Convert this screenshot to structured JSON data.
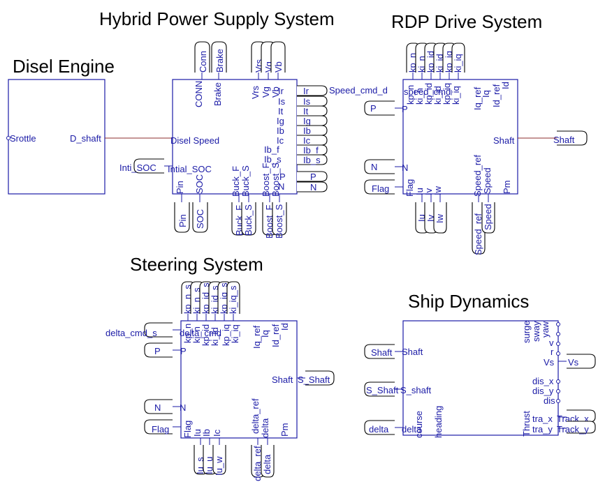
{
  "colors": {
    "block": "#1a1aa6",
    "wire": "#8b2c2c",
    "title": "#000000",
    "background": "#ffffff"
  },
  "titles": {
    "hybrid": "Hybrid Power Supply System",
    "rdp": "RDP Drive System",
    "engine": "Disel Engine",
    "steering": "Steering System",
    "ship": "Ship Dynamics"
  },
  "engine": {
    "in1": "Srottle",
    "out1": "D_shaft"
  },
  "hybrid": {
    "top_ports": [
      "CONN",
      "Brake",
      "Vrs",
      "Vg",
      "Vb"
    ],
    "top_tags": [
      "Conn",
      "Brake",
      "Vrs",
      "Vg",
      "Vb"
    ],
    "right_ports": [
      "Ir",
      "Is",
      "It",
      "Ig",
      "Ib",
      "Ic",
      "Ib_f",
      "Ib_s",
      "P",
      "N"
    ],
    "right_tags": [
      "Ir",
      "Is",
      "It",
      "Ig",
      "Ib",
      "Ic",
      "Ib_f",
      "Ib_s",
      "P",
      "N"
    ],
    "left_ports": [
      "Disel Speed",
      "Intial_SOC"
    ],
    "left_tags": [
      "Inti_SOC"
    ],
    "bottom_ports": [
      "Pin",
      "SOC",
      "Buck_F",
      "Buck_S",
      "Boost_F",
      "Boost_S"
    ],
    "bottom_tags": [
      "Pin",
      "SOC",
      "Buck_F",
      "Buck_S",
      "Boost_F",
      "Boost_S"
    ]
  },
  "rdp": {
    "top_ports": [
      "kp_n",
      "ki_n",
      "kp_id",
      "ki_id",
      "kp_iq",
      "ki_iq"
    ],
    "top_tags": [
      "kp_n",
      "ki_n",
      "kp_id",
      "ki_id",
      "kp_iq",
      "ki_iq"
    ],
    "inner_top": [
      "Iq_ref",
      "Iq",
      "Id_ref",
      "Id"
    ],
    "left_ports": [
      "speed_cmd",
      "P",
      "N",
      "Flag"
    ],
    "left_tags": [
      "Speed_cmd_d",
      "P",
      "N",
      "Flag"
    ],
    "right_ports": [
      "Shaft"
    ],
    "right_tags": [
      "Shaft"
    ],
    "bottom_ports": [
      "Iu",
      "Iv",
      "Iw",
      "Speed_ref",
      "Speed",
      "Pm"
    ],
    "bottom_tags": [
      "Iu",
      "Iv",
      "Iw",
      "Speed_ref",
      "Speed"
    ]
  },
  "steering": {
    "top_ports": [
      "kp_n",
      "ki_n",
      "kp_id",
      "ki_id",
      "kp_iq",
      "ki_iq"
    ],
    "top_tags": [
      "kp_n_s",
      "ki_n_s",
      "kp_id_s",
      "ki_id_s",
      "kp_iq_s",
      "ki_iq_s"
    ],
    "inner_top": [
      "Iq_ref",
      "Iq",
      "Id_ref",
      "Id"
    ],
    "left_ports": [
      "delta_cmd",
      "P",
      "N",
      "Flag"
    ],
    "left_tags": [
      "delta_cmd_s",
      "P",
      "N",
      "Flag"
    ],
    "right_ports": [
      "Shaft"
    ],
    "right_tags": [
      "S_Shaft"
    ],
    "bottom_ports": [
      "Iu",
      "Ib",
      "Ic",
      "delta_ref",
      "delta",
      "Pm"
    ],
    "bottom_tags": [
      "Iu_s",
      "Iu_u",
      "Iu_w",
      "delta_ref",
      "delta"
    ]
  },
  "ship": {
    "left_ports": [
      "Shaft",
      "S_shaft",
      "delta"
    ],
    "left_tags": [
      "Shaft",
      "S_Shaft",
      "delta"
    ],
    "right_ports": [
      "surge",
      "sway",
      "yaw",
      "v",
      "r",
      "Vs",
      "dis_x",
      "dis_y",
      "dis",
      "tra_x",
      "tra_y"
    ],
    "right_tags": [
      "Vs",
      "Track_x",
      "Track_y"
    ],
    "bottom_ports": [
      "course",
      "heading",
      "Thrust"
    ]
  }
}
